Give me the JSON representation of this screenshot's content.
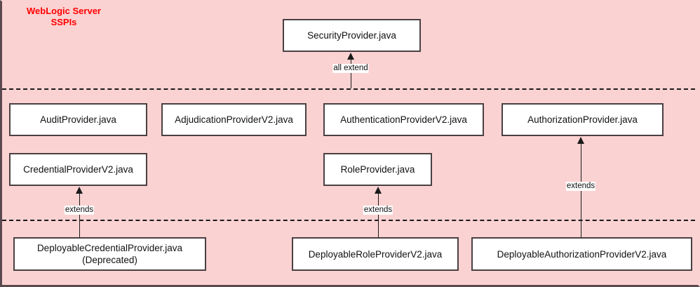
{
  "diagram": {
    "title": "WebLogic Server\nSSPIs",
    "title_color": "#ff0000",
    "background_color": "#fbd2d2",
    "node_fill": "#ffffff",
    "node_border_color": "#4a4043",
    "line_color": "#1a1a1a"
  },
  "nodes": {
    "security_provider": "SecurityProvider.java",
    "audit_provider": "AuditProvider.java",
    "adjudication_provider": "AdjudicationProviderV2.java",
    "authentication_provider": "AuthenticationProviderV2.java",
    "authorization_provider": "AuthorizationProvider.java",
    "credential_provider": "CredentialProviderV2.java",
    "role_provider": "RoleProvider.java",
    "deployable_credential_provider": "DeployableCredentialProvider.java\n(Deprecated)",
    "deployable_role_provider": "DeployableRoleProviderV2.java",
    "deployable_authorization_provider": "DeployableAuthorizationProviderV2.java"
  },
  "edges": {
    "all_extend": "all extend",
    "credential_extends": "extends",
    "role_extends": "extends",
    "authorization_extends": "extends"
  }
}
